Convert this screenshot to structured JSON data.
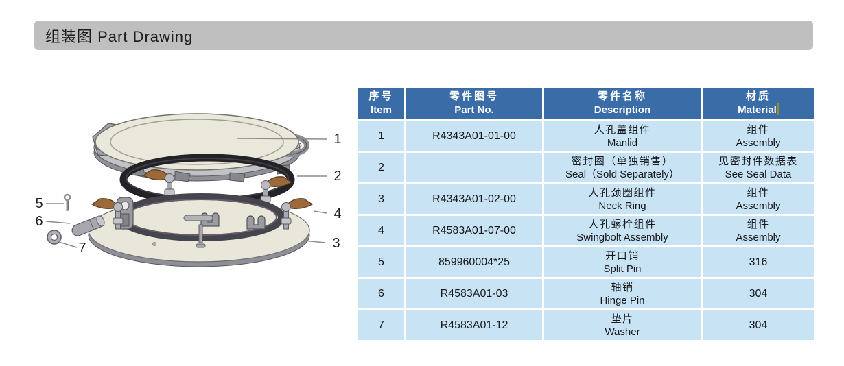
{
  "page": {
    "title_banner": "组装图 Part Drawing"
  },
  "colors": {
    "banner_gray": "#bfbfbf",
    "table_header_blue": "#3a6ca8",
    "table_row_blue": "#c7e3f4",
    "text_cursor_yellow": "#9a8c25",
    "seal_black": "#232327",
    "handle_brown": "#9c6a3a",
    "lid_cream": "#eae7db"
  },
  "drawing": {
    "description": "exploded-view-of-manlid-assembly",
    "callouts": {
      "c1": "1",
      "c2": "2",
      "c3": "3",
      "c4": "4",
      "c5": "5",
      "c6": "6",
      "c7": "7"
    }
  },
  "table": {
    "headers": {
      "item": [
        "序号",
        "Item"
      ],
      "part_no": [
        "零件图号",
        "Part No."
      ],
      "description": [
        "零件名称",
        "Description"
      ],
      "material": [
        "材质",
        "Material"
      ]
    },
    "rows": [
      {
        "item": "1",
        "part_no": "R4343A01-01-00",
        "description": [
          "人孔盖组件",
          "Manlid"
        ],
        "material": [
          "组件",
          "Assembly"
        ]
      },
      {
        "item": "2",
        "part_no": "",
        "description": [
          "密封圈（单独销售）",
          "Seal（Sold Separately）"
        ],
        "material": [
          "见密封件数据表",
          "See Seal Data"
        ]
      },
      {
        "item": "3",
        "part_no": "R4343A01-02-00",
        "description": [
          "人孔颈圈组件",
          "Neck Ring"
        ],
        "material": [
          "组件",
          "Assembly"
        ]
      },
      {
        "item": "4",
        "part_no": "R4583A01-07-00",
        "description": [
          "人孔螺栓组件",
          "Swingbolt Assembly"
        ],
        "material": [
          "组件",
          "Assembly"
        ]
      },
      {
        "item": "5",
        "part_no": "859960004*25",
        "description": [
          "开口销",
          "Split Pin"
        ],
        "material": [
          "316"
        ]
      },
      {
        "item": "6",
        "part_no": "R4583A01-03",
        "description": [
          "轴销",
          "Hinge Pin"
        ],
        "material": [
          "304"
        ]
      },
      {
        "item": "7",
        "part_no": "R4583A01-12",
        "description": [
          "垫片",
          "Washer"
        ],
        "material": [
          "304"
        ]
      }
    ]
  }
}
